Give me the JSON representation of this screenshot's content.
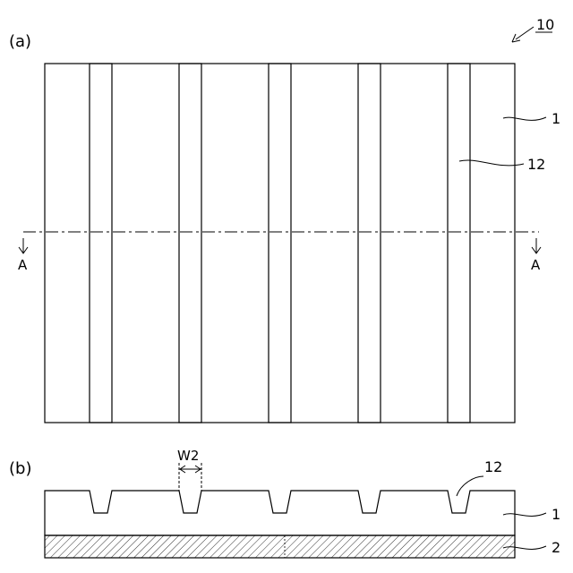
{
  "figure_number": "10",
  "panel_a": {
    "label": "(a)",
    "section_marker_left": "A",
    "section_marker_right": "A",
    "ref_substrate": "1",
    "ref_groove": "12"
  },
  "panel_b": {
    "label": "(b)",
    "width_label": "W2",
    "ref_groove": "12",
    "ref_substrate": "1",
    "ref_base": "2"
  }
}
